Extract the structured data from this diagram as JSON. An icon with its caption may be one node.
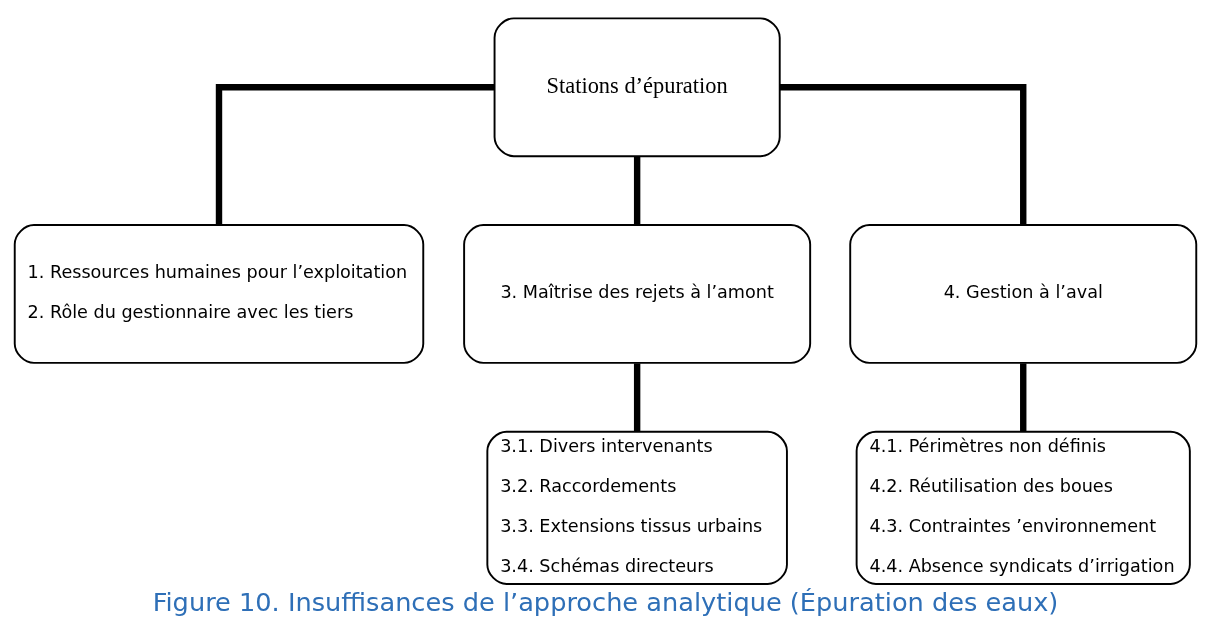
{
  "diagram": {
    "caption": "Figure 10. Insuffisances de l’approche analytique (Épuration des eaux)",
    "nodes": [
      {
        "text": [
          "Stations d’épuration"
        ]
      },
      {
        "text": [
          "1. Ressources humaines pour l’exploitation",
          "2. Rôle du gestionnaire avec les tiers"
        ]
      },
      {
        "text": [
          "3. Maîtrise des rejets à l’amont"
        ]
      },
      {
        "text": [
          "4. Gestion à l’aval"
        ]
      },
      {
        "text": [
          "3.1. Divers intervenants",
          "3.2. Raccordements",
          "3.3. Extensions tissus urbains",
          "3.4. Schémas directeurs"
        ]
      },
      {
        "text": [
          "4.1. Périmètres non définis",
          "4.2. Réutilisation des boues",
          "4.3. Contraintes ’environnement",
          "4.4. Absence syndicats d’irrigation"
        ]
      }
    ],
    "edges": [
      {
        "from": 0,
        "to": 1,
        "arrow": "none"
      },
      {
        "from": 0,
        "to": 2,
        "arrow": "none"
      },
      {
        "from": 0,
        "to": 3,
        "arrow": "none"
      },
      {
        "from": 2,
        "to": 4,
        "arrow": "none"
      },
      {
        "from": 3,
        "to": 5,
        "arrow": "none"
      }
    ]
  }
}
